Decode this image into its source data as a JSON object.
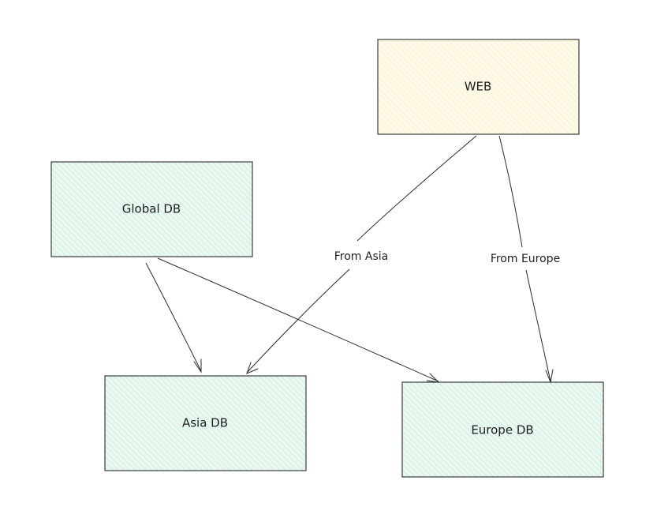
{
  "colors": {
    "green_fill": "#e3f6ec",
    "yellow_fill": "#fdf7e0",
    "stroke": "#2a2a2a"
  },
  "nodes": {
    "web": {
      "label": "WEB"
    },
    "global_db": {
      "label": "Global DB"
    },
    "asia_db": {
      "label": "Asia DB"
    },
    "europe_db": {
      "label": "Europe DB"
    }
  },
  "edges": {
    "web_asia": {
      "label": "From Asia"
    },
    "web_europe": {
      "label": "From Europe"
    },
    "global_asia": {
      "label": ""
    },
    "global_europe": {
      "label": ""
    }
  }
}
